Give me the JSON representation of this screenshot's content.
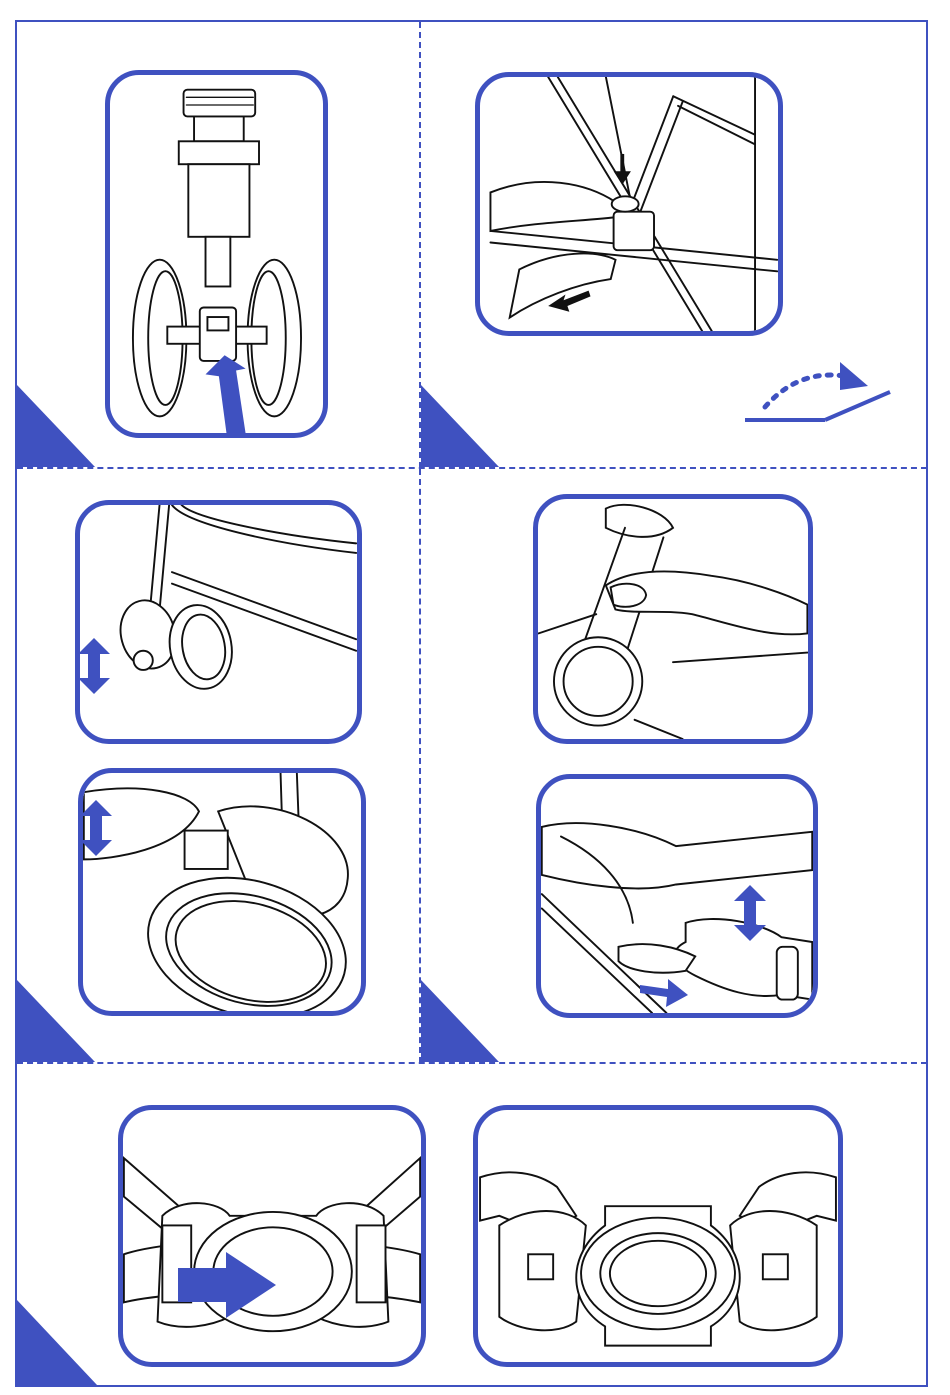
{
  "document": {
    "type": "assembly-instructions",
    "accent_color": "#3f51c0",
    "line_color": "#111111",
    "background_color": "#ffffff",
    "steps": [
      {
        "id": "step-1",
        "illustrations": [
          "rear-wheel-axle-insert"
        ],
        "icons": [
          "arrow-up-icon"
        ]
      },
      {
        "id": "step-2",
        "illustrations": [
          "frame-latch-unfold"
        ],
        "icons": [
          "arrow-down-icon",
          "arrow-left-icon",
          "unfold-motion-icon"
        ]
      },
      {
        "id": "step-3",
        "illustrations": [
          "front-wheel-side",
          "front-wheel-closeup"
        ],
        "icons": [
          "double-arrow-vertical-icon",
          "double-arrow-vertical-icon"
        ]
      },
      {
        "id": "step-4",
        "illustrations": [
          "wheel-brake-press",
          "seat-adjust-hands"
        ],
        "icons": [
          "double-arrow-vertical-icon",
          "arrow-right-icon"
        ]
      },
      {
        "id": "step-5",
        "illustrations": [
          "buckle-insert",
          "buckle-release"
        ],
        "icons": [
          "arrow-right-icon"
        ]
      }
    ]
  }
}
